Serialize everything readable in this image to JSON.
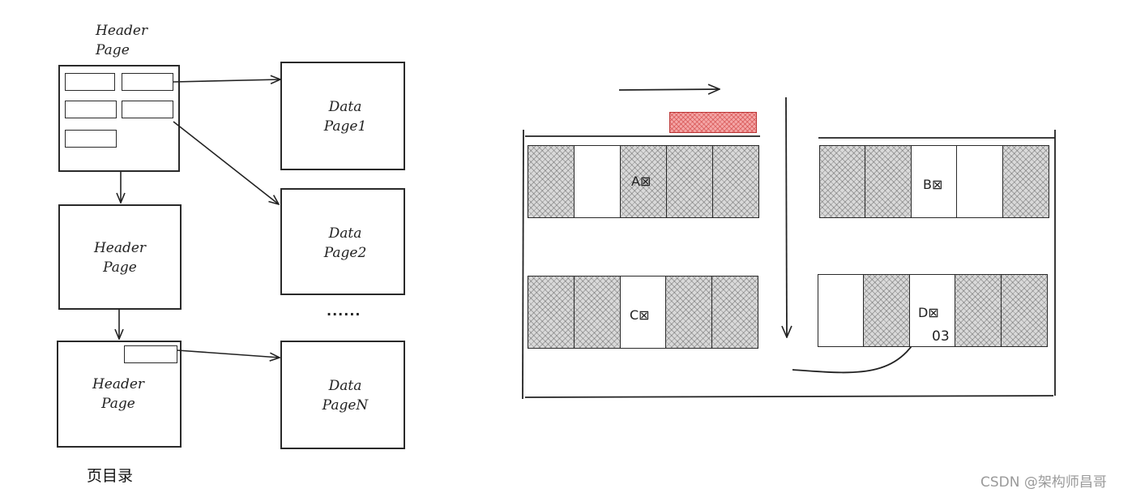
{
  "left_diagram": {
    "top_header_title": "Header Page",
    "header_page_2": "Header Page",
    "header_page_3": "Header Page",
    "data_page_1": "Data Page1",
    "data_page_2": "Data Page2",
    "data_page_n": "Data PageN",
    "ellipsis": "......",
    "caption": "页目录"
  },
  "right_diagram": {
    "cell_a": "A⊠",
    "cell_b": "B⊠",
    "cell_c": "C⊠",
    "cell_d": "D⊠",
    "cell_d_note": "03",
    "accent_red": "#f4a6a6"
  },
  "watermark": "CSDN @架构师昌哥"
}
